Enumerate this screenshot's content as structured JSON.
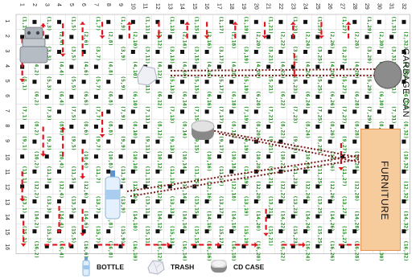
{
  "grid": {
    "column_numbers": [
      "1",
      "2",
      "3",
      "4",
      "5",
      "6",
      "7",
      "8",
      "9",
      "10",
      "11",
      "12",
      "13",
      "14",
      "15",
      "16",
      "17",
      "18",
      "19",
      "20",
      "21",
      "22",
      "23",
      "24",
      "25",
      "26",
      "27",
      "28",
      "29",
      "30",
      "31",
      "32"
    ],
    "row_numbers": [
      "1",
      "2",
      "3",
      "4",
      "5",
      "6",
      "7",
      "8",
      "9",
      "10",
      "11",
      "12",
      "13",
      "14",
      "15",
      "16"
    ],
    "coordinate_format": "(row,col)",
    "coordinate_color": "#1a8a1a",
    "marker_color": "#111111",
    "route_color": "#e0141e",
    "dotted_line_color": "#7a1e1e"
  },
  "labels": {
    "garbage_can": "GARBAGE CAN",
    "furniture": "FURNITURE"
  },
  "legend": {
    "bottle": "BOTTLE",
    "trash": "TRASH",
    "cd_case": "CD CASE"
  },
  "objects": {
    "robot": "robot-icon",
    "garbage_can": "garbage-can-icon",
    "furniture": "furniture-block",
    "bottle": "bottle-icon",
    "trash": "trash-icon",
    "cd_case": "cd-case-icon"
  },
  "colors": {
    "garbage_can": "#8c8c8c",
    "furniture_fill": "#f6cc9d",
    "furniture_border": "#e59552"
  }
}
